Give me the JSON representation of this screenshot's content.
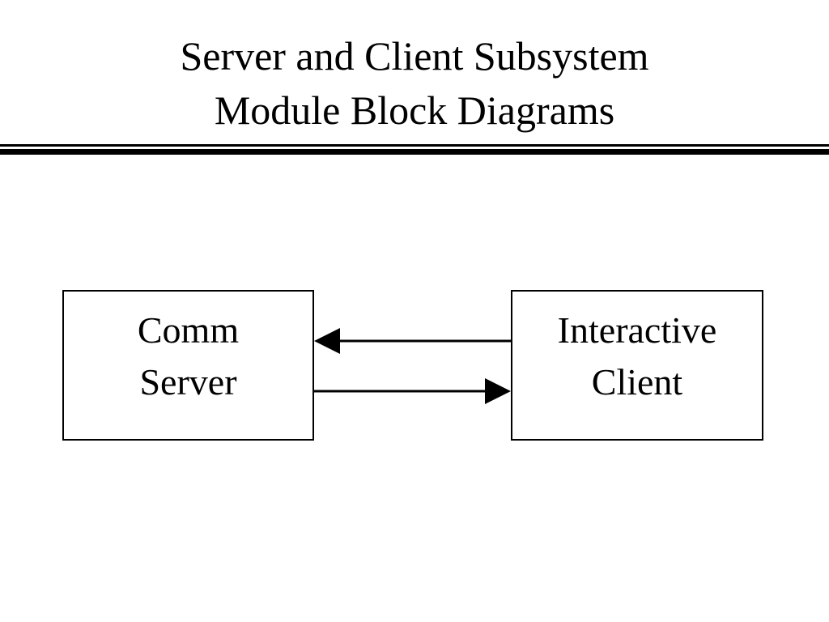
{
  "slide": {
    "title_line1": "Server and Client Subsystem",
    "title_line2": "Module Block Diagrams"
  },
  "diagram": {
    "nodes": [
      {
        "id": "comm-server",
        "line1": "Comm",
        "line2": "Server"
      },
      {
        "id": "interactive-client",
        "line1": "Interactive",
        "line2": "Client"
      }
    ],
    "edges": [
      {
        "from": "interactive-client",
        "to": "comm-server"
      },
      {
        "from": "comm-server",
        "to": "interactive-client"
      }
    ],
    "line_color": "#000000",
    "background_color": "#ffffff"
  }
}
